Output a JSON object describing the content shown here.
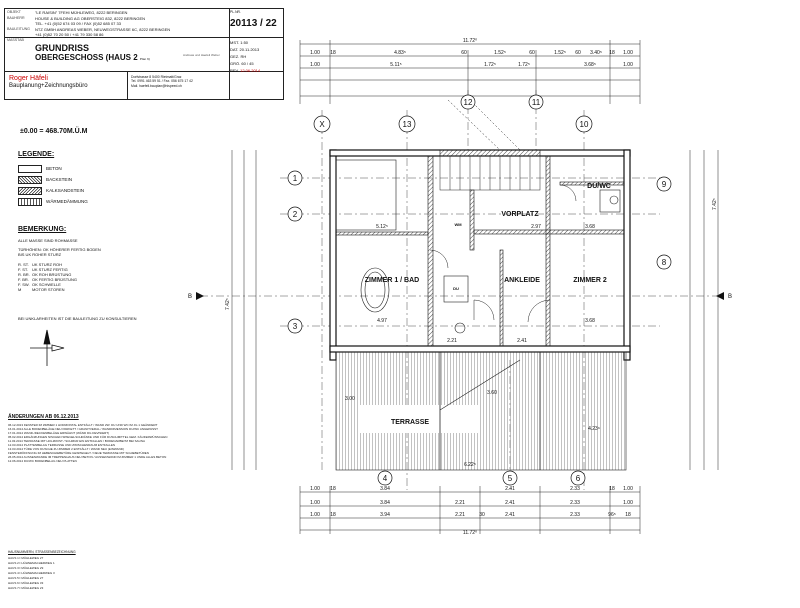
{
  "title_block": {
    "objekt_label": "OBJEKT",
    "objekt": "\"LE RAISIN\"  7FEHI  MÜHLEWEG, 8222 BERINGEN",
    "bauherr_label": "BAUHERR",
    "bauherr": "HOUSE & BUILDING AG  OBERSTEIG 832, 8222 BERINGEN",
    "bauherr_tel": "TEL. +41 (0)52 674 03 09 / FAX (0)52 685 07 33",
    "bauleitung_label": "BAULEITUNG",
    "bauleitung": "NTZ GMBH  ANDREAS WEBER, NEUWEGSTRASSE 6C, 8222 BERINGEN",
    "bauleitung_tel": "+41 (0)52 70 20 50 / +41 79 330 58 86",
    "massstab_label": "MASSTAB",
    "drawing_title": "GRUNDRISS",
    "drawing_subtitle": "OBERGESCHOSS (HAUS 2",
    "drawing_subtitle_small": "Plan 6)",
    "drawn_by": "Andreas und Haefeli Weber",
    "firm_name": "Roger  Häfeli",
    "firm_sub": "Bauplanung+Zeichnungsbüro",
    "firm_addr": "Dorfstrasse 8    5400 Rietmatt/Graz",
    "firm_tel": "Tel. 0991 463 59 51 / Fax. 056 675 17 42",
    "firm_mail": "Mail. haefeli.bauplan@hispeed.ch",
    "plan_label": "PL.NR.",
    "plan_no": "20113 / 22",
    "mst_label": "MST.",
    "mst": "1:50",
    "dat_label": "DAT.",
    "dat": "20.11.2013",
    "gez_label": "GEZ.",
    "gez": "RH",
    "grd_label": "GRÖ.",
    "grd": "60 / 45",
    "rev_label": "REV.",
    "rev": "12.06.2014"
  },
  "elevation": "±0.00 = 468.70M.Ü.M",
  "legend": {
    "heading": "LEGENDE:",
    "items": [
      "BETON",
      "BACKSTEIN",
      "KALKSANDSTEIN",
      "WÄRMEDÄMMUNG"
    ]
  },
  "remarks": {
    "heading": "BEMERKUNG:",
    "lines": [
      "ALLE MASSE SIND ROHMASSE",
      "TÜRHÖHEN: OK HÖHERER FERTIG BODEN",
      "BIS UK ROHER STURZ"
    ],
    "abbreviations": [
      {
        "code": "R. ST.",
        "text": "UK STURZ ROH"
      },
      {
        "code": "F. ST.",
        "text": "UK STURZ FERTIG"
      },
      {
        "code": "R. BR.",
        "text": "OK ROH BRÜSTUNG"
      },
      {
        "code": "F. BR.",
        "text": "OK FERTIG BRÜSTUNG"
      },
      {
        "code": "F. SW.",
        "text": "OK SCHWELLE"
      },
      {
        "code": "M",
        "text": "MOTOR STOREN"
      }
    ],
    "consult": "BEI UNKLARHEITEN IST DIE BAULEITUNG ZU KONSULTIEREN"
  },
  "changes": {
    "heading": "ÄNDERUNGEN AB 06.12.2013",
    "lines": [
      "06.12.2013  FENSTER IM ZIMMER 1 HORIZONTAL ENTFÄLLT / WAND ZW. DU UND WC IM JG 1 GEÄNDERT",
      "16.01.2014  ALLE BODENBELÄGE NEU PARKETT / GRANITVERAL / WANDDIMENSION DU/WC ANGEPASST",
      "17.01.2014  WAND-/DECKENBELÄGE ERWÄHNT (WÄND DG DEVISIERT)",
      "05.02.2014  ERGÄNZUNGEN NISCHEN SPIEGELSCHRÄNKE UND FÜR DUSCHMITTEL GEM. KÄUFERWÜNSCHEN",
      "11.03.2014  TERRASSE MIT HOLZROST / SCHMUR EIN ENTFALLEN / BODENARBEITZ BEI SAUNA",
      "12.03.2014  PLATTENBELAG TERRASSE UND ZWISCHENRAUM ENTFALLEN",
      "13.03.2014  TÜRE VON DUSCHE ZU ZIMMER 2 ENTFÄLLT / WAND NEU (EINWAND)",
      "              FENSTERÖFFNUNG IM HEBESCHIEBETÜRE GESPIEGELT / NEUE TERRASSE MIT SCHIEBETÜREN",
      "26.05.2014  AUSSENWANDE IM TREPPENHAUS NEU BETON / AUSSENWAND IM ZIMMER 1 UNDE ALLES BETON",
      "12.06.2014  DU/WC BODENBELAG NEU PLATTEN"
    ]
  },
  "houses": {
    "heading": "HAUSNUMMERN, STRASSENBEZEICHNUNG",
    "lines": [
      "HAUS 1= MÜHLEWEG 27",
      "HAUS 2= HÜHNEMACHERWEG 1",
      "HAUS 3= MÜHLEWEG 29",
      "HAUS 4= HÜHNEMACHERWEG 3",
      "HAUS 5= MÜHLEWEG 27",
      "HAUS 6= MÜHLEWEG 33",
      "HAUS 7= MÜHLEWEG 23"
    ]
  },
  "plan": {
    "rooms": {
      "zimmer1": "ZIMMER 1 / BAD",
      "vorplatz": "VORPLATZ",
      "anklei": "ANKLEIDE",
      "zimmer2": "ZIMMER 2",
      "duwc": "DU/WC",
      "terrasse": "TERRASSE",
      "du": "DU",
      "wm": "WM"
    },
    "axes_top": [
      "X",
      "13",
      "12",
      "11",
      "10"
    ],
    "axes_left": [
      "1",
      "2",
      "3"
    ],
    "axes_right": [
      "9",
      "8"
    ],
    "axes_bottom": [
      "4",
      "5",
      "6"
    ],
    "section_left": "B",
    "section_right": "B",
    "dims_top_total": "11.72⁰",
    "dims_top_row1": [
      "1.00",
      "18",
      "4.83⁵",
      "60",
      "1.52⁵",
      "60",
      "1.52⁵",
      "60",
      "3.40⁵",
      "18",
      "1.00"
    ],
    "dims_top_row2": [
      "1.00",
      "5.11⁵",
      "1.72⁵",
      "1.72⁵",
      "3.68⁵",
      "1.00"
    ],
    "dims_bottom_row1": [
      "1.00",
      "18",
      "3.84",
      "2.41",
      "2.33",
      "18",
      "1.00"
    ],
    "dims_bottom_row2": [
      "1.00",
      "3.84",
      "2.21",
      "2.41",
      "2.33",
      "1.00"
    ],
    "dims_bottom_row3": [
      "1.00",
      "18",
      "3.94",
      "2.21",
      "30",
      "2.41",
      "2.33",
      "96⁵",
      "18"
    ],
    "dims_bottom_total": "11.72⁰",
    "dims_right_total": "7.42⁵",
    "dims_left_total": "7.42⁵",
    "inner_dims": [
      "5.12⁵",
      "4.97",
      "3.68",
      "3.68",
      "2.21",
      "2.41",
      "2.97",
      "4.23⁶",
      "3.60",
      "3.00",
      "6.22⁵"
    ]
  }
}
